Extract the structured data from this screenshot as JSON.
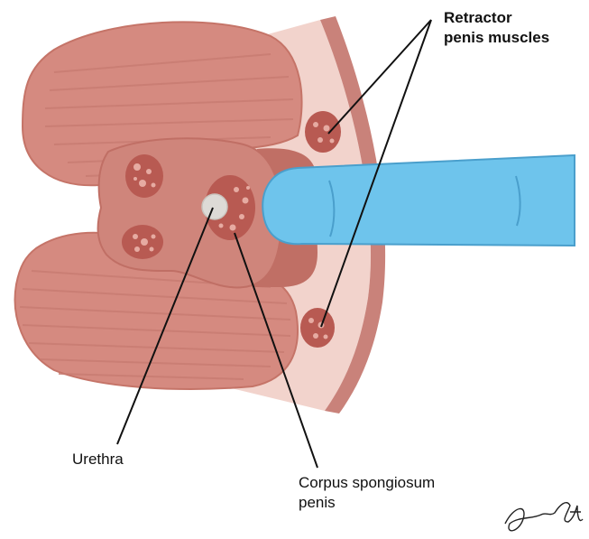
{
  "labels": {
    "retractor_line1": "Retractor",
    "retractor_line2": "penis muscles",
    "urethra": "Urethra",
    "corpus_line1": "Corpus spongiosum",
    "corpus_line2": "penis"
  },
  "signature": "Jennie C Hill",
  "colors": {
    "muscle": "#d58a80",
    "muscle_stripe": "#c77a70",
    "muscle_outline": "#c57468",
    "pale_tissue": "#f2d3cc",
    "rim": "#c9827a",
    "penis_body": "#cf857b",
    "penis_shadow": "#c06f65",
    "nodule": "#b85a52",
    "nodule_spot": "#e6aba2",
    "urethra": "#dddad6",
    "finger": "#6ec4ec",
    "finger_outline": "#4a9fcc",
    "line": "#111111"
  },
  "icons": {
    "finger": "finger-icon",
    "signature": "signature-mark"
  }
}
